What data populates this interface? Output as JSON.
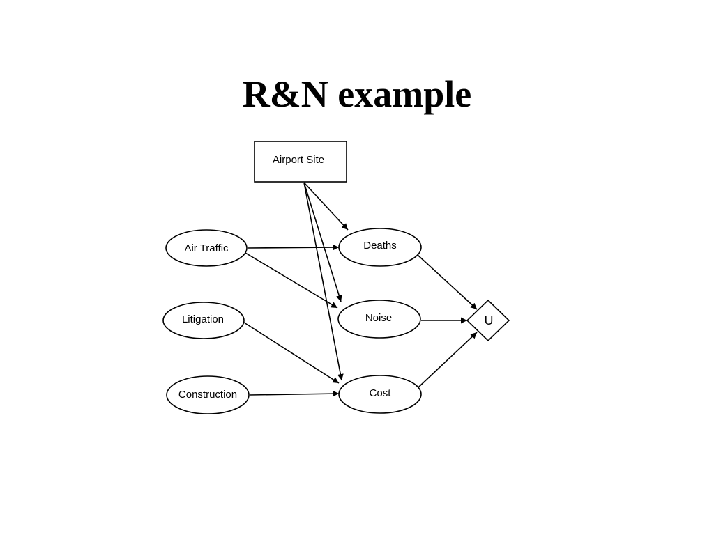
{
  "slide": {
    "title": "R&N example"
  },
  "diagram": {
    "nodes": [
      {
        "id": "airport-site",
        "label": "Airport Site",
        "shape": "rect"
      },
      {
        "id": "air-traffic",
        "label": "Air Traffic",
        "shape": "ellipse"
      },
      {
        "id": "litigation",
        "label": "Litigation",
        "shape": "ellipse"
      },
      {
        "id": "construction",
        "label": "Construction",
        "shape": "ellipse"
      },
      {
        "id": "deaths",
        "label": "Deaths",
        "shape": "ellipse"
      },
      {
        "id": "noise",
        "label": "Noise",
        "shape": "ellipse"
      },
      {
        "id": "cost",
        "label": "Cost",
        "shape": "ellipse"
      },
      {
        "id": "utility",
        "label": "U",
        "shape": "diamond"
      }
    ],
    "edges": [
      {
        "from": "airport-site",
        "to": "deaths"
      },
      {
        "from": "airport-site",
        "to": "noise"
      },
      {
        "from": "airport-site",
        "to": "cost"
      },
      {
        "from": "air-traffic",
        "to": "deaths"
      },
      {
        "from": "air-traffic",
        "to": "noise"
      },
      {
        "from": "litigation",
        "to": "cost"
      },
      {
        "from": "construction",
        "to": "cost"
      },
      {
        "from": "deaths",
        "to": "utility"
      },
      {
        "from": "noise",
        "to": "utility"
      },
      {
        "from": "cost",
        "to": "utility"
      }
    ]
  }
}
